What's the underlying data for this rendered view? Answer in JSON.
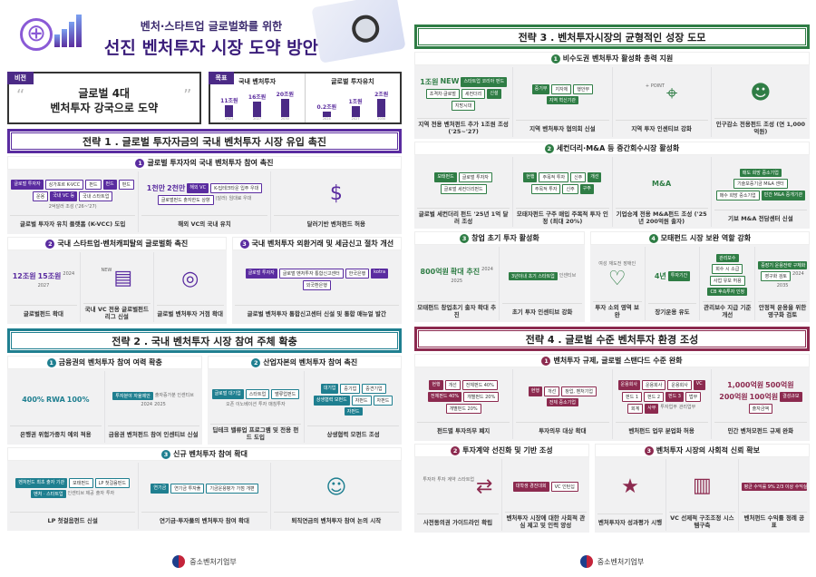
{
  "header": {
    "subtitle": "벤처·스타트업 글로벌화를 위한",
    "title": "선진 벤처투자 시장 도약 방안"
  },
  "vision": {
    "label": "비전",
    "line1": "글로벌 4대",
    "line2": "벤처투자 강국으로 도약"
  },
  "goal": {
    "label": "목표",
    "groups": [
      {
        "title": "국내 벤처투자",
        "bars": [
          {
            "value": "11조원",
            "amount": 11,
            "year": "2024"
          },
          {
            "value": "16조원",
            "amount": 16,
            "year": "2027"
          },
          {
            "value": "20조원",
            "amount": 20,
            "year": "2030"
          }
        ]
      },
      {
        "title": "글로벌 투자유치",
        "bars": [
          {
            "value": "0.2조원",
            "amount": 0.2,
            "year": "2024"
          },
          {
            "value": "1조원",
            "amount": 1,
            "year": "2027"
          },
          {
            "value": "2조원",
            "amount": 2,
            "year": "2030"
          }
        ]
      }
    ]
  },
  "strategies": [
    {
      "title": "전략 1 . 글로벌 투자자금의 국내 벤처투자 시장 유입 촉진",
      "accent": "#5a2ca0",
      "subsections": [
        {
          "num": "1",
          "title": "글로벌 투자자의 국내 벤처투자 참여 촉진",
          "items": [
            {
              "caption": "글로벌 투자자 유치 플랫폼 (K-VCC) 도입",
              "notes": [
                "2억달러 조성 ('26~'27)"
              ],
              "tags": [
                "글로벌 투자자",
                "싱가포르 K-VCC",
                "펀드",
                "펀드",
                "펀드",
                "운용",
                "국내 VC 등",
                "국내 스타트업"
              ]
            },
            {
              "caption": "해외 VC의 국내 유치",
              "numbers": [
                "1천만",
                "2천만"
              ],
              "notes": [
                "(달러)",
                "임대료 우대"
              ],
              "tags": [
                "해외 VC",
                "K-딥테크타운 입주 우대",
                "글로벌펀드 출자한도 상향"
              ]
            },
            {
              "caption": "달러기반 벤처펀드 허용",
              "icon": "dollar-bag-icon"
            }
          ]
        },
        {
          "num": "2",
          "title": "국내 스타트업·벤처캐피탈의 글로벌화 촉진",
          "items": [
            {
              "caption": "글로벌펀드 확대",
              "numbers": [
                "12조원",
                "15조원"
              ],
              "notes": [
                "2024",
                "2027"
              ]
            },
            {
              "caption": "국내 VC 전용 글로벌펀드 리그 신설",
              "notes": [
                "NEW"
              ],
              "icon": "document-coins-icon"
            },
            {
              "caption": "글로벌 벤처투자 거점 확대",
              "icon": "globe-pin-icon"
            }
          ]
        },
        {
          "num": "3",
          "title": "국내 벤처투자 외환거래 및 세금신고 절차 개선",
          "items": [
            {
              "caption": "글로벌 벤처투자 통합신고센터 신설 및 통합 매뉴얼 발간",
              "tags": [
                "글로벌 투자자",
                "글로벌 벤처투자 통합신고센터",
                "한국은행",
                "kotra",
                "외국환은행"
              ]
            }
          ]
        }
      ]
    },
    {
      "title": "전략 2 . 국내 벤처투자 시장 참여 주체 확충",
      "accent": "#1f7f90",
      "subsections": [
        {
          "num": "1",
          "title": "금융권의 벤처투자 참여 여력 확충",
          "items": [
            {
              "caption": "은행권 위험가중치 예외 적용",
              "numbers": [
                "400%",
                "RWA",
                "100%"
              ]
            },
            {
              "caption": "금융권 벤처펀드 참여 인센티브 신설",
              "notes": [
                "출자증가분 인센티브",
                "2024",
                "2025"
              ],
              "tags": [
                "투자분야 자율제안"
              ]
            }
          ]
        },
        {
          "num": "2",
          "title": "산업자본의 벤처투자 참여 촉진",
          "items": [
            {
              "caption": "딥테크 밸류업 프로그램 및 전용 펀드 도입",
              "notes": [
                "오픈 이노베이션",
                "투자",
                "매칭투자"
              ],
              "tags": [
                "글로벌 대기업",
                "스타트업",
                "밸류업펀드"
              ]
            },
            {
              "caption": "상생협력 모펀드 조성",
              "tags": [
                "대기업",
                "중기업",
                "중견기업",
                "상생협력 모펀드",
                "자펀드",
                "자펀드",
                "자펀드"
              ]
            }
          ]
        },
        {
          "num": "3",
          "title": "신규 벤처투자 참여 확대",
          "items": [
            {
              "caption": "LP 첫걸음펀드 신설",
              "notes": [
                "인센티브 제공",
                "출자",
                "투자"
              ],
              "tags": [
                "벤처펀드 최초 출자 기관",
                "모태펀드",
                "LP 첫걸음펀드",
                "벤처 · 스타트업"
              ]
            },
            {
              "caption": "연기금·투자풀의 벤처투자 참여 확대",
              "tags": [
                "연기금",
                "연기금 투자풀",
                "기금운용평가 가점 개편"
              ]
            },
            {
              "caption": "퇴직연금의 벤처투자 참여 논의 시작",
              "icon": "pension-icon"
            }
          ]
        }
      ]
    },
    {
      "title": "전략 3 . 벤처투자시장의 균형적인 성장 도모",
      "accent": "#2f7d45",
      "subsections": [
        {
          "num": "1",
          "title": "비수도권 벤처투자 활성화 총력 지원",
          "items": [
            {
              "caption": "지역 전용 벤처펀드 추가 1조원 조성 ('25~'27)",
              "numbers": [
                "1조원",
                "NEW"
              ],
              "tags": [
                "스타트업 코리아 펀드",
                "초격차·글로벌",
                "세컨더리",
                "신설",
                "지방시대"
              ]
            },
            {
              "caption": "지역 벤처투자 협의회 신설",
              "tags": [
                "중기부",
                "지자체",
                "행안부",
                "지역 혁신기관"
              ]
            },
            {
              "caption": "지역 투자 인센티브 강화",
              "notes": [
                "+ POINT"
              ],
              "icon": "map-pin-icon"
            },
            {
              "caption": "인구감소 전용펀드 조성 (연 1,000억원)",
              "icon": "population-icon"
            }
          ]
        },
        {
          "num": "2",
          "title": "세컨더리·M&A 등 중간회수시장 활성화",
          "items": [
            {
              "caption": "글로벌 세컨더리 펀드 '25년 1억 달러 조성",
              "tags": [
                "모태펀드",
                "글로벌 투자자",
                "글로벌 세컨더리펀드"
              ]
            },
            {
              "caption": "모태자펀드 구주 매입 주목적 투자 인정 (최대 20%)",
              "tags": [
                "현행",
                "주목적 투자",
                "신주",
                "개선",
                "주목적 투자",
                "신주",
                "구주"
              ]
            },
            {
              "caption": "기업승계 전용 M&A펀드 조성 ('25년 200억원 출자)",
              "numbers": [
                "M&A"
              ]
            },
            {
              "caption": "기보 M&A 전담센터 신설",
              "tags": [
                "매도 희망 중소기업",
                "기술보증기금 M&A 센터",
                "매수 희망 중소기업",
                "민간 M&A 중개기관"
              ]
            }
          ]
        },
        {
          "num": "3",
          "title": "창업 초기 투자 활성화",
          "items": [
            {
              "caption": "모태펀드 창업초기 출자 확대 추진",
              "numbers": [
                "800억원",
                "확대 추진"
              ],
              "notes": [
                "2024",
                "2025"
              ]
            },
            {
              "caption": "초기 투자 인센티브 강화",
              "tags": [
                "3년이내 초기 스타트업"
              ],
              "notes": [
                "인센티브"
              ]
            }
          ]
        },
        {
          "num": "4",
          "title": "모태펀드 시장 보완 역할 강화",
          "items": [
            {
              "caption": "투자 소외 영역 보완",
              "notes": [
                "여성",
                "재도전",
                "장애인"
              ],
              "icon": "hands-icon"
            },
            {
              "caption": "장기운용 유도",
              "numbers": [
                "4년"
              ],
              "tags": [
                "투자기간"
              ]
            },
            {
              "caption": "관리보수 지급 기준 개선",
              "tags": [
                "관리보수",
                "회수 시 소급",
                "사업 유보 허용",
                "CB 후속투자 인정"
              ]
            },
            {
              "caption": "안정적 운용을 위한 영구화 검토",
              "tags": [
                "중장기 운용전략 구체화",
                "영구화 검토"
              ],
              "notes": [
                "2024",
                "2035"
              ]
            }
          ]
        }
      ]
    },
    {
      "title": "전략 4 . 글로벌 수준 벤처투자 환경 조성",
      "accent": "#8c2a4f",
      "subsections": [
        {
          "num": "1",
          "title": "벤처투자 규제, 글로벌 스탠다드 수준 완화",
          "items": [
            {
              "caption": "펀드별 투자의무 폐지",
              "tags": [
                "현행",
                "개선",
                "전체펀드 40%",
                "전체펀드 40%",
                "개별펀드 20%",
                "개별펀드 20%"
              ]
            },
            {
              "caption": "투자의무 대상 확대",
              "tags": [
                "현행",
                "개선",
                "창업, 벤처기업",
                "전체 중소기업"
              ]
            },
            {
              "caption": "벤처펀드 업무 분업화 허용",
              "notes": [
                "투자업무",
                "관리업무"
              ],
              "tags": [
                "운용회사",
                "운용회사",
                "운용회사",
                "VC",
                "펀드 1",
                "펀드 2",
                "펀드 3",
                "법무",
                "회계",
                "사무"
              ]
            },
            {
              "caption": "민간 벤처모펀드 규제 완화",
              "tags": [
                "결성규모",
                "출자금액"
              ],
              "numbers": [
                "1,000억원",
                "500억원",
                "200억원",
                "100억원"
              ]
            }
          ]
        },
        {
          "num": "2",
          "title": "투자계약 선진화 및 기반 조성",
          "items": [
            {
              "caption": "사전동의권 가이드라인 확립",
              "notes": [
                "투자자",
                "투자",
                "계약",
                "스타트업"
              ],
              "icon": "handshake-icon"
            },
            {
              "caption": "벤처투자 시장에 대한 사회적 관심 제고 및 인력 양성",
              "tags": [
                "대학생 경진대회",
                "VC 인턴십"
              ]
            }
          ]
        },
        {
          "num": "3",
          "title": "벤처투자 시장의 사회적 신뢰 확보",
          "items": [
            {
              "caption": "벤처투자자 성과평가 시행",
              "icon": "rating-star-icon"
            },
            {
              "caption": "VC 선제적 구조조정 시스템구축",
              "icon": "building-check-icon"
            },
            {
              "caption": "벤처펀드 수익률 정례 공표",
              "tags": [
                "평균 수익률 9% 2/3 이상 수익실현"
              ]
            }
          ]
        }
      ]
    }
  ],
  "footer": {
    "ministry": "중소벤처기업부"
  }
}
